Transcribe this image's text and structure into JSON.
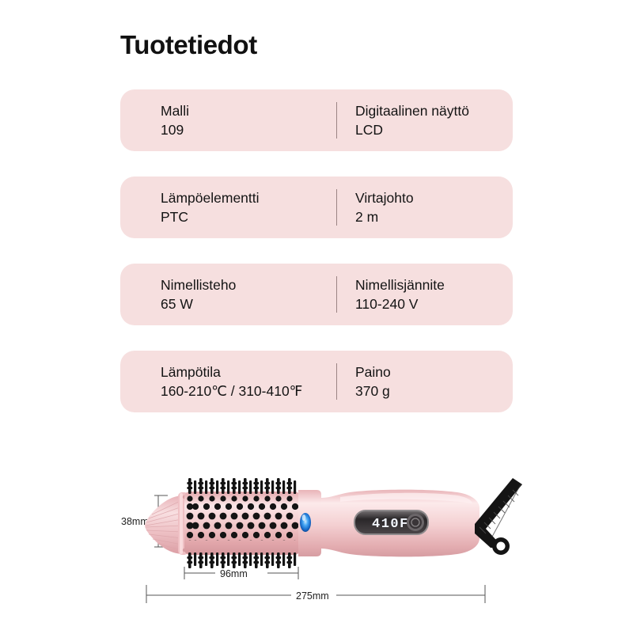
{
  "header": {
    "title": "Tuotetiedot"
  },
  "specs": {
    "cards": [
      {
        "left": {
          "label": "Malli",
          "value": "109"
        },
        "right": {
          "label": "Digitaalinen näyttö",
          "value": "LCD"
        }
      },
      {
        "left": {
          "label": "Lämpöelementti",
          "value": "PTC"
        },
        "right": {
          "label": "Virtajohto",
          "value": "2 m"
        }
      },
      {
        "left": {
          "label": "Nimellisteho",
          "value": "65 W"
        },
        "right": {
          "label": "Nimellisjännite",
          "value": "110-240 V"
        }
      },
      {
        "left": {
          "label": "Lämpötila",
          "value": "160-210℃ / 310-410℉"
        },
        "right": {
          "label": "Paino",
          "value": "370 g"
        }
      }
    ]
  },
  "product": {
    "name": "pink-hot-air-curling-brush",
    "display_reading": "410F",
    "dimensions": {
      "height": "38mm",
      "barrel_length": "96mm",
      "total_length": "275mm"
    }
  },
  "colors": {
    "card_background": "#F6DFDF",
    "divider": "#9B8484",
    "text": "#141414",
    "page_background": "#FFFFFF",
    "product_pink": "#F2C9CB",
    "product_pink_dark": "#E0AAAE",
    "product_pink_light": "#FAE4E5",
    "led_blue": "#1E7FE0",
    "cord_black": "#1A1A1A",
    "dimension_line": "#555555"
  }
}
